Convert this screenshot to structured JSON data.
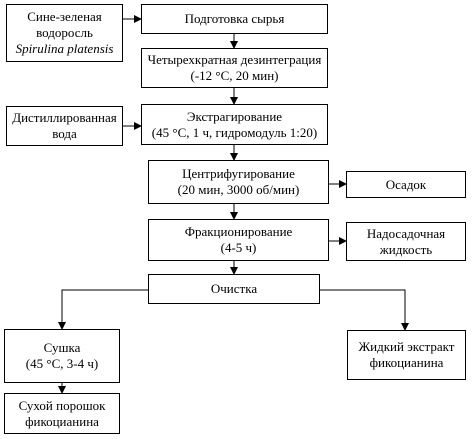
{
  "diagram": {
    "title": "",
    "nodes": {
      "raw_source": {
        "lines": [
          "Сине-зеленая",
          "водоросль"
        ],
        "species": "Spirulina platensis"
      },
      "prep": {
        "lines": [
          "Подготовка сырья"
        ]
      },
      "disint": {
        "lines": [
          "Четырехкратная дезинтеграция",
          "(-12 °С, 20 мин)"
        ]
      },
      "water": {
        "lines": [
          "Дистиллированная",
          "вода"
        ]
      },
      "extract": {
        "lines": [
          "Экстрагирование",
          "(45 °С, 1 ч, гидромодуль 1:20)"
        ]
      },
      "centrif": {
        "lines": [
          "Центрифугирование",
          "(20 мин, 3000 об/мин)"
        ]
      },
      "sediment": {
        "lines": [
          "Осадок"
        ]
      },
      "fraction": {
        "lines": [
          "Фракционирование",
          "(4-5 ч)"
        ]
      },
      "supernatant": {
        "lines": [
          "Надосадочная",
          "жидкость"
        ]
      },
      "purify": {
        "lines": [
          "Очистка"
        ]
      },
      "drying": {
        "lines": [
          "Сушка",
          "(45 °С, 3-4 ч)"
        ]
      },
      "liquid": {
        "lines": [
          "Жидкий экстракт",
          "фикоцианина"
        ]
      },
      "powder": {
        "lines": [
          "Сухой порошок",
          "фикоцианина"
        ]
      }
    },
    "edges": [
      {
        "from": "raw_source",
        "to": "prep"
      },
      {
        "from": "prep",
        "to": "disint"
      },
      {
        "from": "disint",
        "to": "extract"
      },
      {
        "from": "water",
        "to": "extract"
      },
      {
        "from": "extract",
        "to": "centrif"
      },
      {
        "from": "centrif",
        "to": "sediment"
      },
      {
        "from": "centrif",
        "to": "fraction"
      },
      {
        "from": "fraction",
        "to": "supernatant"
      },
      {
        "from": "fraction",
        "to": "purify"
      },
      {
        "from": "purify",
        "to": "drying"
      },
      {
        "from": "purify",
        "to": "liquid"
      },
      {
        "from": "drying",
        "to": "powder"
      }
    ]
  }
}
